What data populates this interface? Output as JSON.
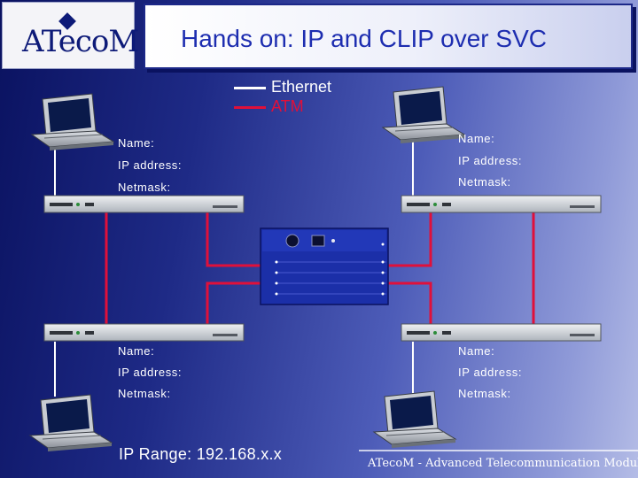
{
  "title": "Hands on: IP and CLIP over SVC",
  "logo": {
    "text": "ATecoM"
  },
  "legend": [
    {
      "label": "Ethernet",
      "color": "#ffffff"
    },
    {
      "label": "ATM",
      "color": "#e0103a"
    }
  ],
  "hosts": [
    {
      "name_label": "Name:",
      "ip_label": "IP address:",
      "mask_label": "Netmask:"
    },
    {
      "name_label": "Name:",
      "ip_label": "IP address:",
      "mask_label": "Netmask:"
    },
    {
      "name_label": "Name:",
      "ip_label": "IP address:",
      "mask_label": "Netmask:"
    },
    {
      "name_label": "Name:",
      "ip_label": "IP address:",
      "mask_label": "Netmask:"
    }
  ],
  "ip_range": "IP Range: 192.168.x.x",
  "footer": "ATecoM - Advanced Telecommunication Modules",
  "colors": {
    "ethernet": "#ffffff",
    "atm": "#e0103a",
    "title_text": "#1d2db0"
  }
}
